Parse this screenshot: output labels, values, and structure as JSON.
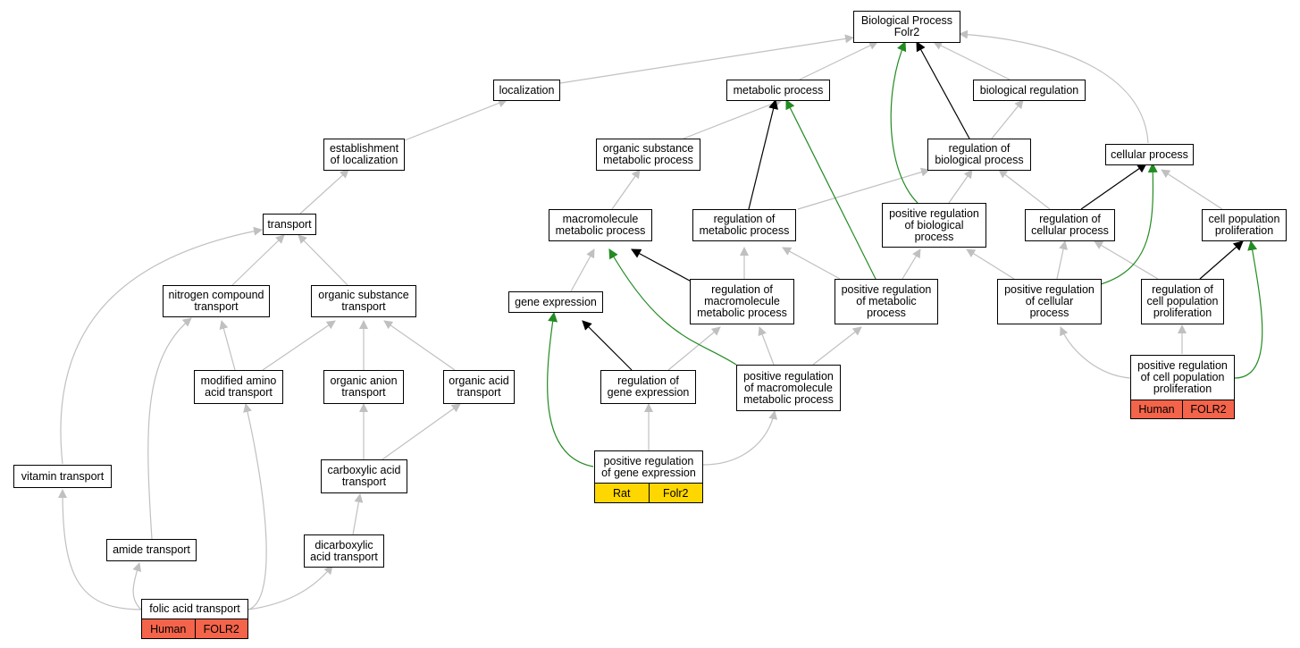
{
  "nodes": {
    "root": "Biological Process\nFolr2",
    "localization": "localization",
    "metabolic_process": "metabolic process",
    "biological_regulation": "biological regulation",
    "establishment_of_localization": "establishment\nof localization",
    "organic_substance_metabolic_process": "organic substance\nmetabolic process",
    "regulation_of_biological_process": "regulation of\nbiological process",
    "cellular_process": "cellular process",
    "transport": "transport",
    "macromolecule_metabolic_process": "macromolecule\nmetabolic process",
    "regulation_of_metabolic_process": "regulation of\nmetabolic process",
    "positive_regulation_of_biological_process": "positive regulation\nof biological\nprocess",
    "regulation_of_cellular_process": "regulation of\ncellular process",
    "cell_population_proliferation": "cell population\nproliferation",
    "nitrogen_compound_transport": "nitrogen compound\ntransport",
    "organic_substance_transport": "organic substance\ntransport",
    "gene_expression": "gene expression",
    "regulation_of_macromolecule_metabolic_process": "regulation of\nmacromolecule\nmetabolic process",
    "positive_regulation_of_metabolic_process": "positive regulation\nof metabolic\nprocess",
    "positive_regulation_of_cellular_process": "positive regulation\nof cellular\nprocess",
    "regulation_of_cell_population_proliferation": "regulation of\ncell population\nproliferation",
    "modified_amino_acid_transport": "modified amino\nacid transport",
    "organic_anion_transport": "organic anion\ntransport",
    "organic_acid_transport": "organic acid\ntransport",
    "regulation_of_gene_expression": "regulation of\ngene expression",
    "positive_regulation_of_macromolecule_metabolic_process": "positive regulation\nof macromolecule\nmetabolic process",
    "positive_regulation_of_cell_population_proliferation": "positive regulation\nof cell population\nproliferation",
    "carboxylic_acid_transport": "carboxylic acid\ntransport",
    "vitamin_transport": "vitamin transport",
    "positive_regulation_of_gene_expression": "positive regulation\nof gene expression",
    "amide_transport": "amide transport",
    "dicarboxylic_acid_transport": "dicarboxylic\nacid transport",
    "folic_acid_transport": "folic acid transport"
  },
  "annotations": {
    "folic_acid_transport": {
      "species": "Human",
      "gene": "FOLR2",
      "color": "#f4644a"
    },
    "positive_regulation_of_gene_expression": {
      "species": "Rat",
      "gene": "Folr2",
      "color": "#ffd700"
    },
    "positive_regulation_of_cell_population_proliferation": {
      "species": "Human",
      "gene": "FOLR2",
      "color": "#f4644a"
    }
  },
  "edge_colors": {
    "gray": "#c0c0c0",
    "black": "#000000",
    "green": "#228b22"
  }
}
